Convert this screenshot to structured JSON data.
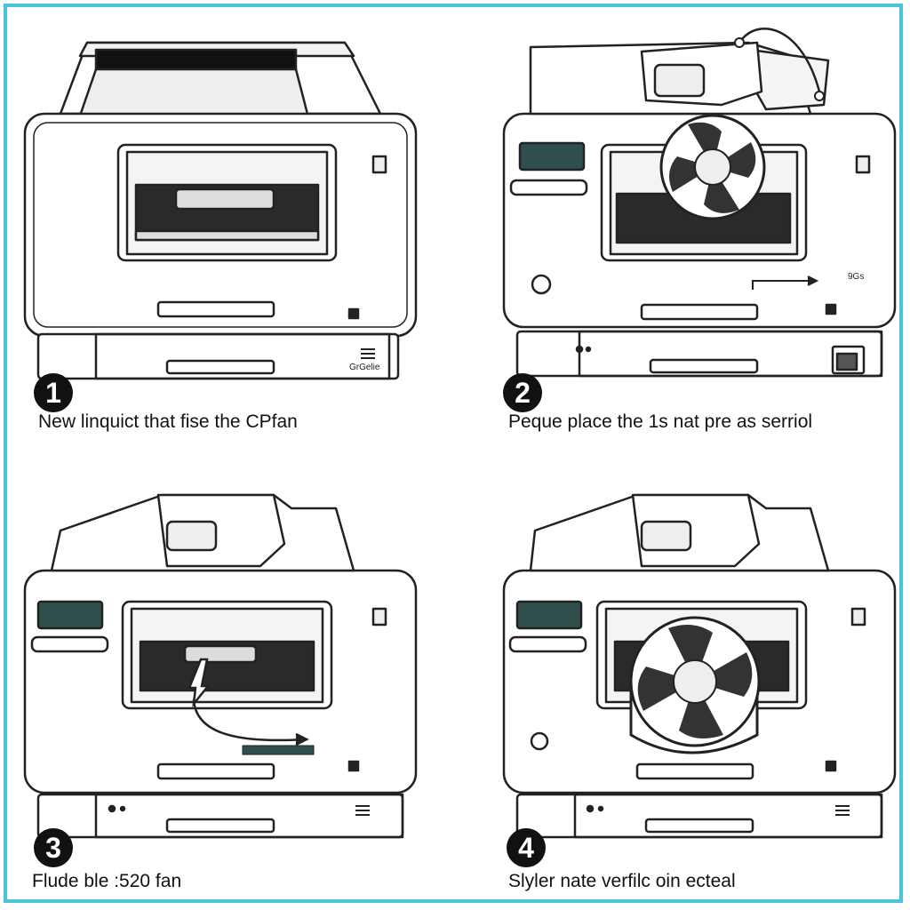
{
  "panels": [
    {
      "number": "1",
      "caption": "New linquict that fise the CPfan",
      "corner_label": "GrGelie"
    },
    {
      "number": "2",
      "caption": "Peque place the 1s nat pre as serriol",
      "arrow_label": "9Gs"
    },
    {
      "number": "3",
      "caption": "Flude ble :520 fan"
    },
    {
      "number": "4",
      "caption": "Slyler nate verfilc oin ecteal"
    }
  ],
  "colors": {
    "frame": "#4cc3dc",
    "line": "#222222",
    "panel_bg": "#ffffff",
    "tray": "#2a2a2a",
    "display": "#2f4e4c"
  },
  "icons": [
    "printer-illustration",
    "cooling-fan-icon",
    "arrow-icon",
    "control-panel-icon"
  ]
}
